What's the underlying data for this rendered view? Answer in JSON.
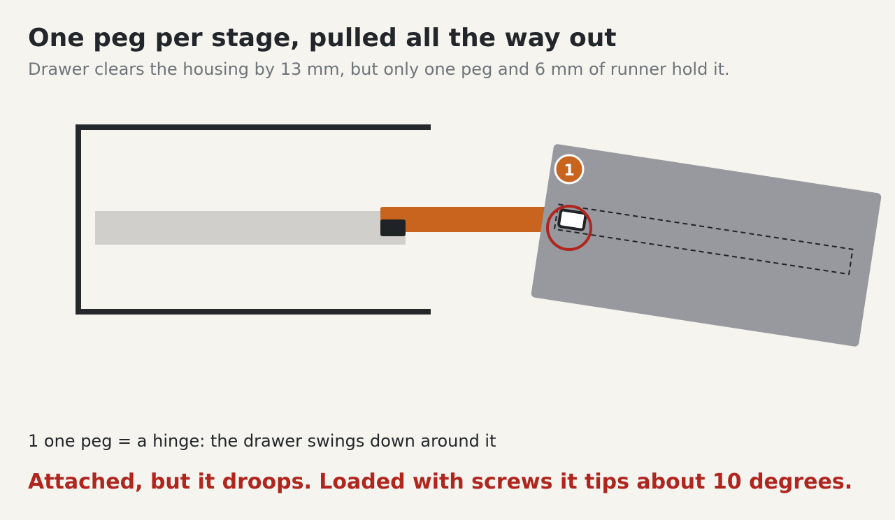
{
  "header": {
    "title": "One peg per stage, pulled all the way out",
    "subtitle": "Drawer clears the housing by 13 mm, but only one peg and 6 mm of runner hold it."
  },
  "diagram": {
    "marker_label": "1"
  },
  "caption": {
    "label": "1 one peg = a hinge: the drawer swings down around it"
  },
  "verdict": {
    "text": "Attached, but it droops. Loaded with screws it tips about 10 degrees."
  },
  "colors": {
    "background": "#f5f4ef",
    "housing": "#25282b",
    "fixed_runner": "#d0cfcb",
    "slide_runner": "#c8641e",
    "drawer": "#97999e",
    "marker": "#c8641e",
    "warning": "#b0261f"
  },
  "icons": {
    "marker": "numbered-circle-icon",
    "peg": "peg-icon",
    "warning_ring": "warning-ring-icon"
  }
}
